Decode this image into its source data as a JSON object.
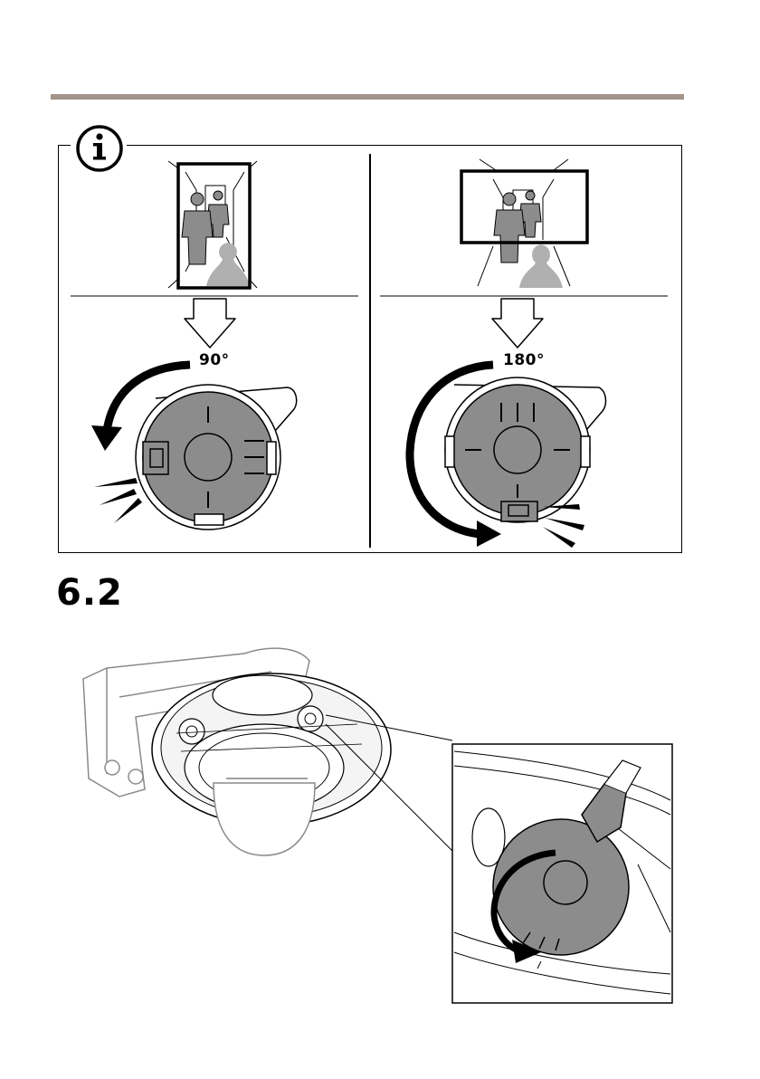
{
  "info_box": {
    "icon": "info-icon",
    "left_panel": {
      "rotation_label": "90°"
    },
    "right_panel": {
      "rotation_label": "180°"
    }
  },
  "section": {
    "number": "6.2"
  },
  "colors": {
    "rule": "#a39488",
    "gray_fill": "#8c8c8c",
    "light_gray": "#b0b0b0"
  }
}
